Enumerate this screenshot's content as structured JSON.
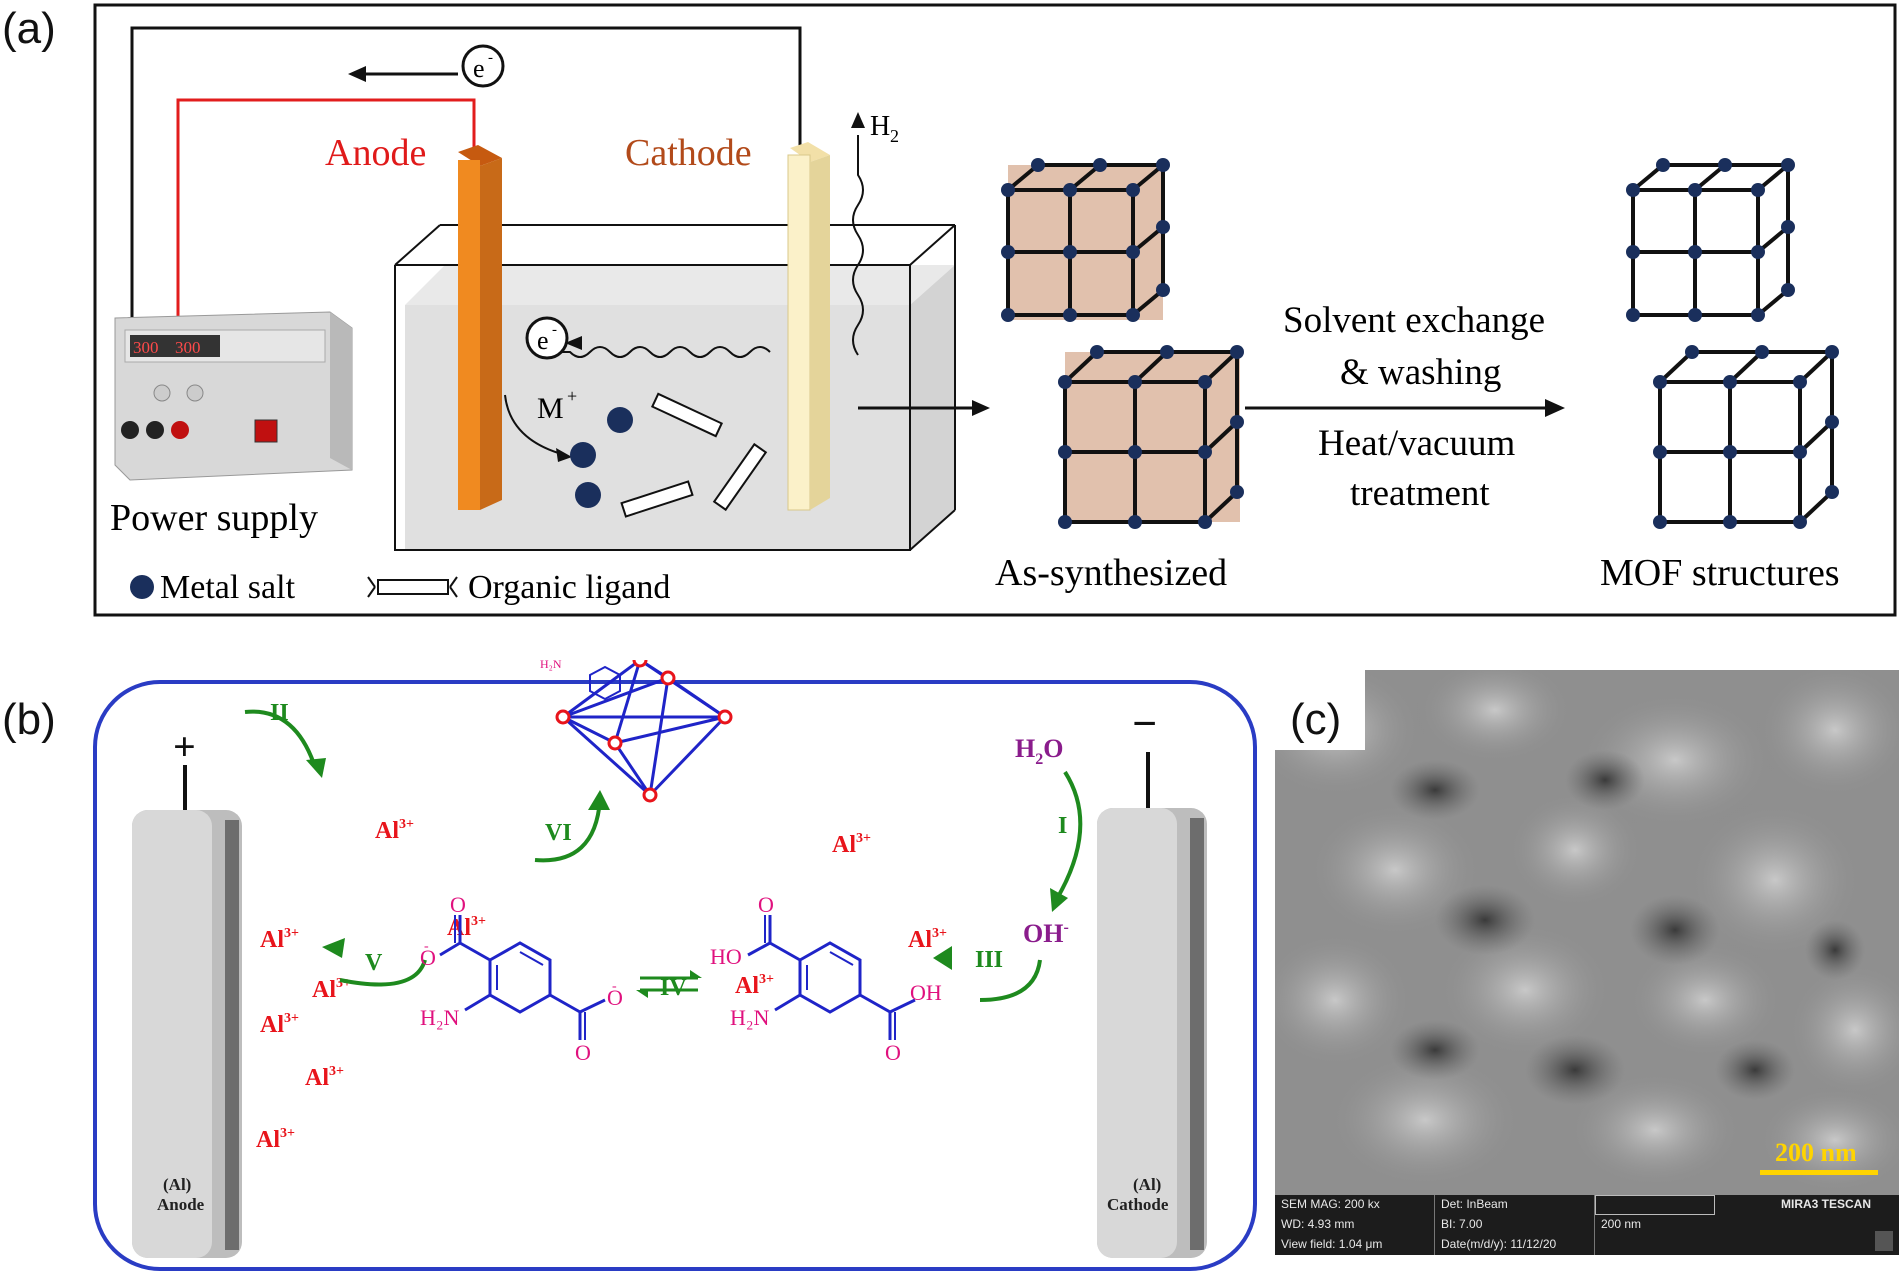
{
  "panel_a": {
    "label": "(a)",
    "electron": "e",
    "electron_sup": "-",
    "anode": "Anode",
    "cathode": "Cathode",
    "h2": "H",
    "h2_sub": "2",
    "ion": "M",
    "ion_sup": "+",
    "power_supply": "Power supply",
    "display_left": "300",
    "display_right": "300",
    "legend_metal": "Metal salt",
    "legend_ligand": "Organic ligand",
    "step_line1": "Solvent exchange",
    "step_line2": "& washing",
    "step_line3": "Heat/vacuum",
    "step_line4": "treatment",
    "as_synthesized": "As-synthesized",
    "mof_structures": "MOF structures"
  },
  "panel_b": {
    "label": "(b)",
    "plus": "+",
    "minus": "−",
    "anode_line1": "(Al)",
    "anode_line2": "Anode",
    "cathode_line1": "(Al)",
    "cathode_line2": "Cathode",
    "al": "Al",
    "al_sup": "3+",
    "steps": [
      "I",
      "II",
      "III",
      "IV",
      "V",
      "VI"
    ],
    "h2o": "H",
    "h2o_sub": "2",
    "h2o_o": "O",
    "oh": "OH",
    "oh_sup": "-",
    "nh2": "H₂N",
    "o": "O",
    "ho": "HO",
    "oh_acid": "OH",
    "o_minus": "-",
    "colors": {
      "red": "#e8141b",
      "green": "#1e8a1e",
      "purple": "#8a1c8c",
      "blue": "#1f24c8",
      "pink": "#e0117e",
      "frame": "#2a3cc4"
    }
  },
  "panel_c": {
    "label": "(c)",
    "scale": "200 nm",
    "sem_mag": "SEM MAG: 200 kx",
    "det": "Det: InBeam",
    "wd": "WD: 4.93 mm",
    "bi": "BI: 7.00",
    "view_field": "View field: 1.04 μm",
    "date": "Date(m/d/y): 11/12/20",
    "bar_label": "200 nm",
    "brand": "MIRA3 TESCAN"
  }
}
